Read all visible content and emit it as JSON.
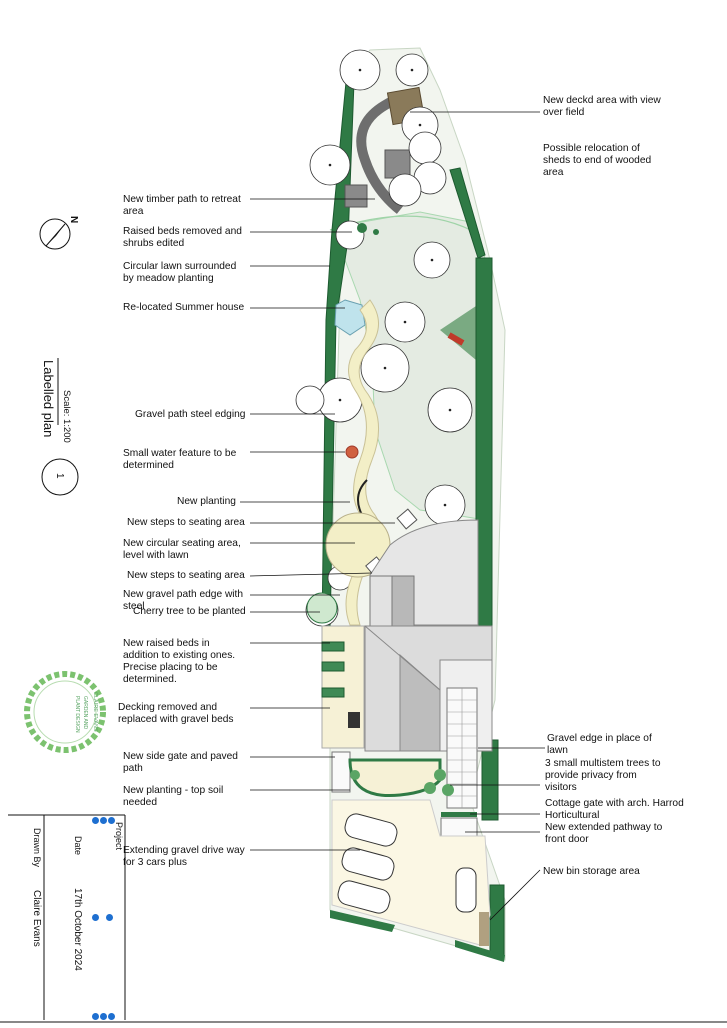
{
  "title_block": {
    "plan_title": "Labelled plan",
    "scale": "Scale: 1:200",
    "plan_number": "1"
  },
  "north_symbol": "N",
  "logo": {
    "text_1": "CLAIRE EVANS",
    "text_2": "GARDEN AND",
    "text_3": "PLANT DESIGN"
  },
  "sheet_info": {
    "drawn_by_label": "Drawn By",
    "drawn_by": "Claire Evans",
    "date_label": "Date",
    "date": "17th October 2024",
    "project_label": "Project"
  },
  "labels_left": [
    "New timber path to retreat\narea",
    "Raised beds removed and\nshrubs edited",
    "Circular lawn surrounded\nby meadow planting",
    "Re-located Summer house",
    "Gravel path steel edging",
    "Small water feature to be\ndetermined",
    "New planting",
    "New steps to seating area",
    "New circular seating area,\nlevel with lawn",
    "New steps to seating area",
    "New gravel path edge with\nsteel",
    "Cherry tree to be planted",
    "New raised beds in\naddition to existing ones.\nPrecise placing to be\ndetermined.",
    "Decking removed and\nreplaced with gravel beds",
    "New side gate and paved\npath",
    "New planting - top soil\nneeded",
    "Extending gravel drive way\nfor 3 cars plus"
  ],
  "labels_right": [
    "New deckd area with view\nover field",
    "Possible relocation of\nsheds to end of wooded\narea",
    "Gravel edge in place of\nlawn",
    "3 small multistem trees to\nprovide privacy from\nvisitors",
    "Cottage gate with arch.  Harrod\nHorticultural",
    "New extended pathway to\nfront door",
    "New bin storage area"
  ],
  "colors": {
    "hedge": "#2f7a45",
    "lawn": "#e8ede6",
    "gravel": "#f6f1d6",
    "roof": "#c9c9c9",
    "shed": "#8a8a8a",
    "decking": "#8a7a5a",
    "water": "#d06040",
    "summer_house": "#bfe3ec"
  }
}
